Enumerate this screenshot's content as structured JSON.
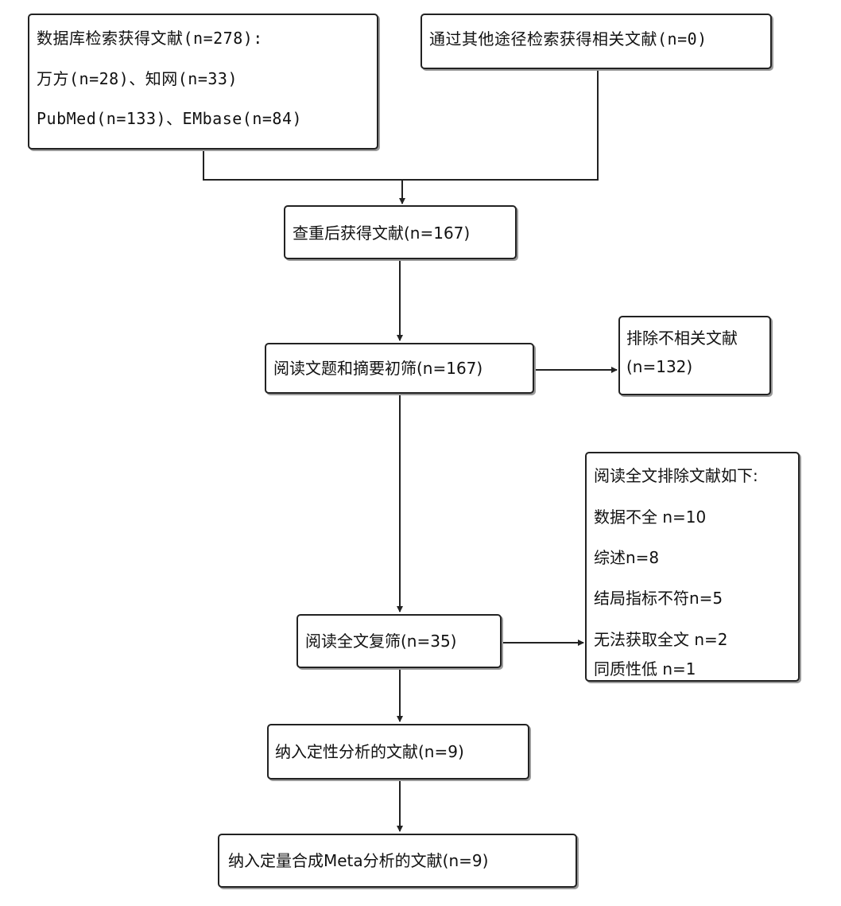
{
  "boxes": {
    "database_search": {
      "lines": [
        "数据库检索获得文献(n=278):",
        "万方(n=28)、知网(n=33)",
        "PubMed(n=133)、EMbase(n=84)"
      ]
    },
    "other_sources": {
      "text": "通过其他途径检索获得相关文献(n=0)"
    },
    "after_dedup": {
      "text": "查重后获得文献(n=167)"
    },
    "title_abstract_screen": {
      "text": "阅读文题和摘要初筛(n=167)"
    },
    "excluded_irrelevant": {
      "lines": [
        "排除不相关文献",
        "(n=132)"
      ]
    },
    "fulltext_screen": {
      "text": "阅读全文复筛(n=35)"
    },
    "fulltext_exclusions": {
      "lines": [
        "阅读全文排除文献如下:",
        "数据不全 n=10",
        "综述n=8",
        "结局指标不符n=5",
        "无法获取全文 n=2",
        "同质性低  n=1"
      ]
    },
    "qualitative_included": {
      "text": "纳入定性分析的文献(n=9)"
    },
    "meta_included": {
      "text": "纳入定量合成Meta分析的文献(n=9)"
    }
  },
  "colors": {
    "line": "#222222",
    "shadow": "#9a9a9a",
    "background": "#ffffff"
  }
}
